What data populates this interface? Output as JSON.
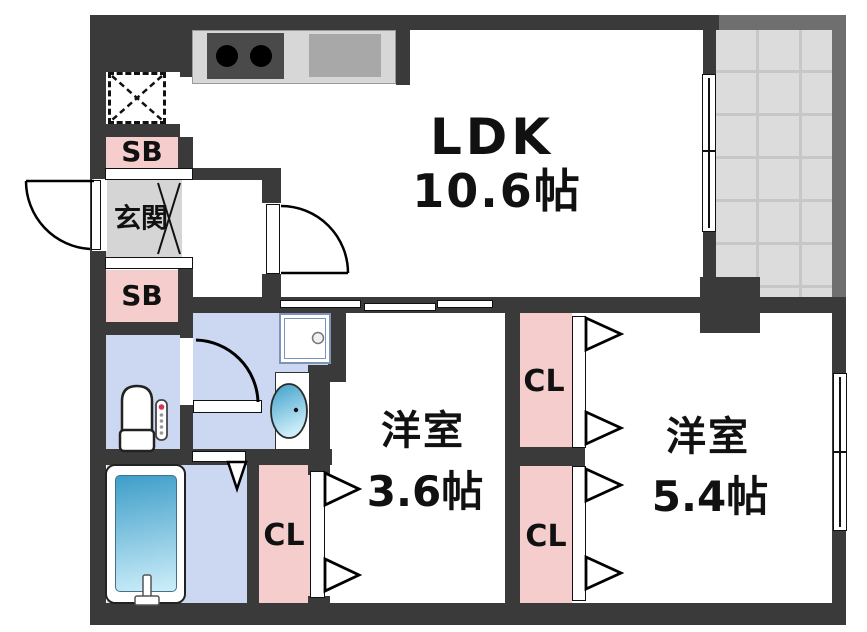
{
  "rooms": {
    "ldk": {
      "name": "LDK",
      "size": "10.6帖"
    },
    "bedroom_small": {
      "name": "洋室",
      "size": "3.6帖"
    },
    "bedroom_large": {
      "name": "洋室",
      "size": "5.4帖"
    },
    "entrance": {
      "label": "玄関"
    },
    "shoebox_upper": {
      "label": "SB"
    },
    "shoebox_lower": {
      "label": "SB"
    },
    "closet_bedroom_small": {
      "label": "CL"
    },
    "closet_bedroom_large_upper": {
      "label": "CL"
    },
    "closet_bedroom_large_lower": {
      "label": "CL"
    }
  },
  "colors": {
    "wall": "#3a3a3a",
    "closet-pink": "#f6cdcd",
    "wet-area-blue": "#ccd7f1",
    "entrance-gray": "#d5d5d5",
    "balcony-frame": "#6f6f6f",
    "balcony-floor": "#dcdcdc",
    "balcony-grout": "#c7c7c7",
    "counter-gray": "#d7d7d7",
    "stove-dark": "#4a4a4a",
    "sink-gray": "#a8a8a8",
    "tub-blue-start": "#3e9ec9",
    "tub-blue-end": "#cdeef9"
  }
}
